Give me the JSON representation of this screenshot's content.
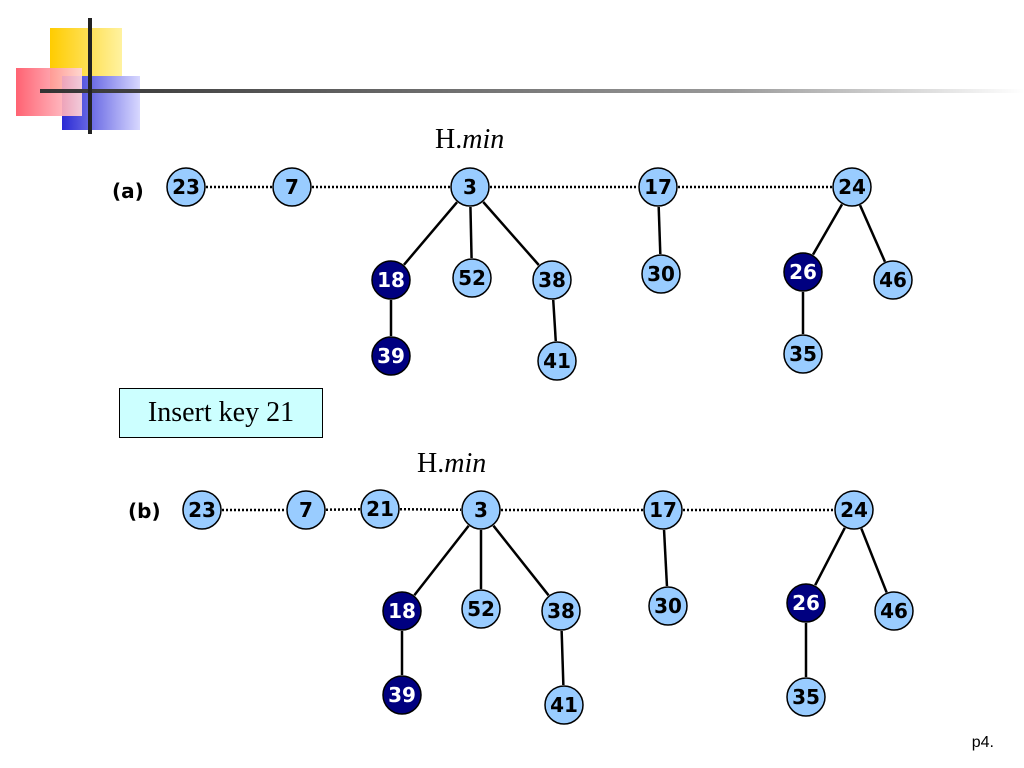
{
  "slide": {
    "insert_text": "Insert key 21",
    "page_number": "p4."
  },
  "diagram_a": {
    "label": "(a)",
    "hmin_prefix": "H.",
    "hmin_italic": "min",
    "nodes": [
      {
        "id": "a23",
        "key": "23",
        "marked": false
      },
      {
        "id": "a7",
        "key": "7",
        "marked": false
      },
      {
        "id": "a3",
        "key": "3",
        "marked": false
      },
      {
        "id": "a17",
        "key": "17",
        "marked": false
      },
      {
        "id": "a24",
        "key": "24",
        "marked": false
      },
      {
        "id": "a18",
        "key": "18",
        "marked": true
      },
      {
        "id": "a52",
        "key": "52",
        "marked": false
      },
      {
        "id": "a38",
        "key": "38",
        "marked": false
      },
      {
        "id": "a39",
        "key": "39",
        "marked": true
      },
      {
        "id": "a41",
        "key": "41",
        "marked": false
      },
      {
        "id": "a30",
        "key": "30",
        "marked": false
      },
      {
        "id": "a26",
        "key": "26",
        "marked": true
      },
      {
        "id": "a46",
        "key": "46",
        "marked": false
      },
      {
        "id": "a35",
        "key": "35",
        "marked": false
      }
    ]
  },
  "diagram_b": {
    "label": "(b)",
    "hmin_prefix": "H.",
    "hmin_italic": "min",
    "nodes": [
      {
        "id": "b23",
        "key": "23",
        "marked": false
      },
      {
        "id": "b7",
        "key": "7",
        "marked": false
      },
      {
        "id": "b21",
        "key": "21",
        "marked": false
      },
      {
        "id": "b3",
        "key": "3",
        "marked": false
      },
      {
        "id": "b17",
        "key": "17",
        "marked": false
      },
      {
        "id": "b24",
        "key": "24",
        "marked": false
      },
      {
        "id": "b18",
        "key": "18",
        "marked": true
      },
      {
        "id": "b52",
        "key": "52",
        "marked": false
      },
      {
        "id": "b38",
        "key": "38",
        "marked": false
      },
      {
        "id": "b39",
        "key": "39",
        "marked": true
      },
      {
        "id": "b41",
        "key": "41",
        "marked": false
      },
      {
        "id": "b30",
        "key": "30",
        "marked": false
      },
      {
        "id": "b26",
        "key": "26",
        "marked": true
      },
      {
        "id": "b46",
        "key": "46",
        "marked": false
      },
      {
        "id": "b35",
        "key": "35",
        "marked": false
      }
    ]
  },
  "colors": {
    "node_fill": "#99ccff",
    "node_marked_fill": "#000080",
    "node_text": "#000000",
    "node_marked_text": "#ffffff",
    "insert_box_bg": "#ccffff"
  }
}
